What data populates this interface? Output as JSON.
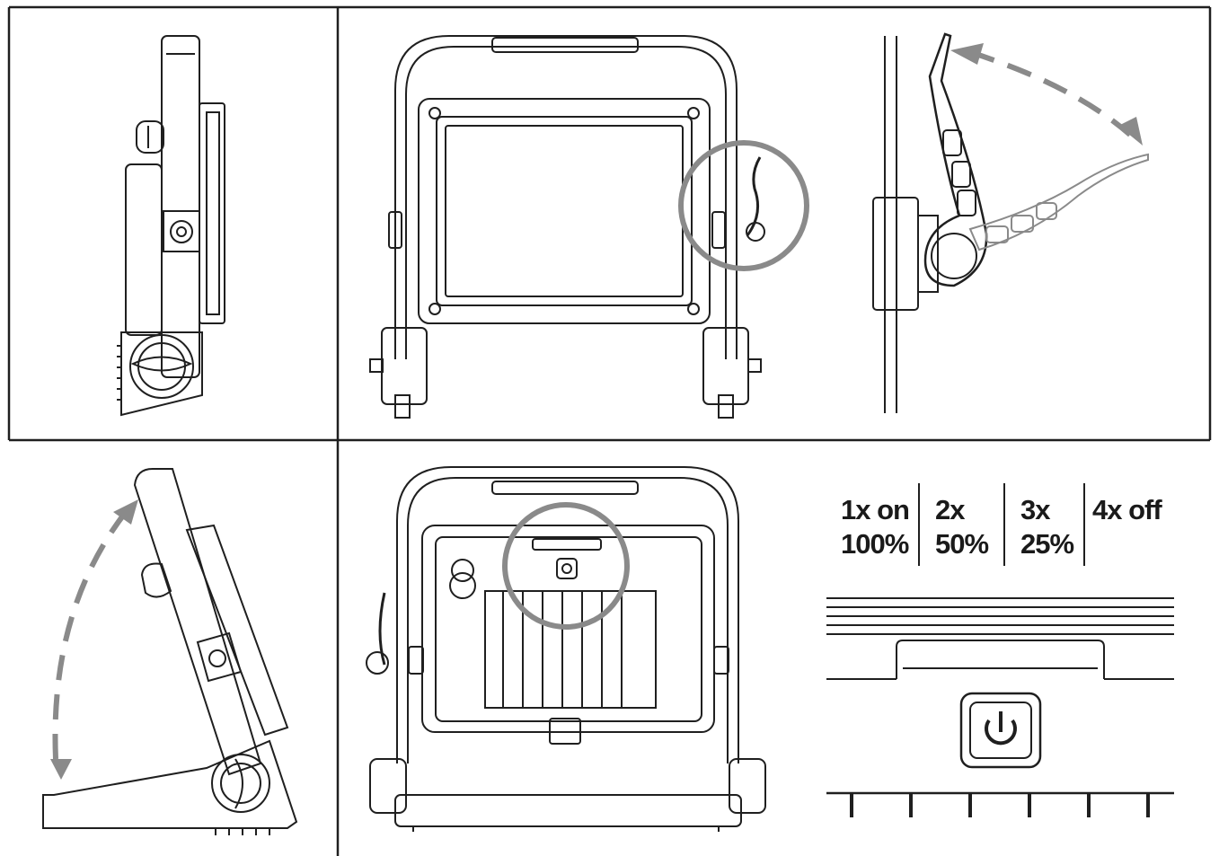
{
  "colors": {
    "line": "#1f1f1f",
    "accent_gray": "#8a8a8a",
    "background": "#ffffff"
  },
  "icons": [
    "power-icon",
    "rotate-arrow",
    "highlight-circle"
  ],
  "modes": [
    {
      "press": "1x on",
      "level": "100%"
    },
    {
      "press": "2x",
      "level": "50%"
    },
    {
      "press": "3x",
      "level": "25%"
    },
    {
      "press": "4x off",
      "level": ""
    }
  ]
}
